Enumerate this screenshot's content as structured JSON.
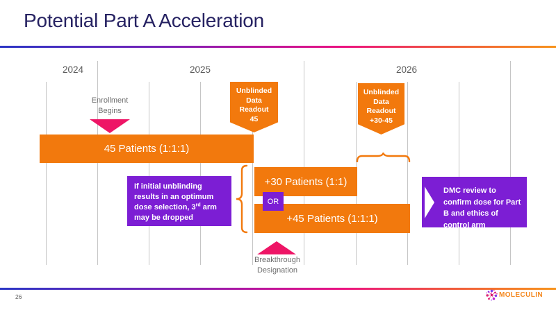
{
  "slide": {
    "title": "Potential Part A Acceleration",
    "page_number": "26",
    "brand": "MOLECULIN"
  },
  "timeline": {
    "years": [
      "2024",
      "2025",
      "2026"
    ],
    "markers": {
      "enrollment": "Enrollment\nBegins",
      "breakthrough": "Breakthrough\nDesignation"
    },
    "callouts": {
      "readout_45": "Unblinded\nData\nReadout\n45",
      "readout_30_45": "Unblinded\nData\nReadout\n+30-45"
    },
    "bars": {
      "part_a": "45 Patients (1:1:1)",
      "plus_30": "+30 Patients (1:1)",
      "plus_45": "+45 Patients (1:1:1)"
    },
    "or_label": "OR",
    "notes": {
      "dose_note_part1": "If initial unblinding results in an optimum dose selection, 3",
      "dose_note_sup": "rd",
      "dose_note_part2": " arm may be dropped",
      "dmc_note": "DMC review to confirm dose for Part B and ethics of control arm"
    }
  },
  "colors": {
    "accent_orange": "#f2790d",
    "accent_purple": "#7c1ed4",
    "accent_pink": "#ee1566",
    "title_navy": "#262262",
    "gridline_gray": "#c5c5c5",
    "gradient_rule": [
      "#2b36c5",
      "#7a22b8",
      "#ec1380",
      "#f7941d"
    ]
  }
}
